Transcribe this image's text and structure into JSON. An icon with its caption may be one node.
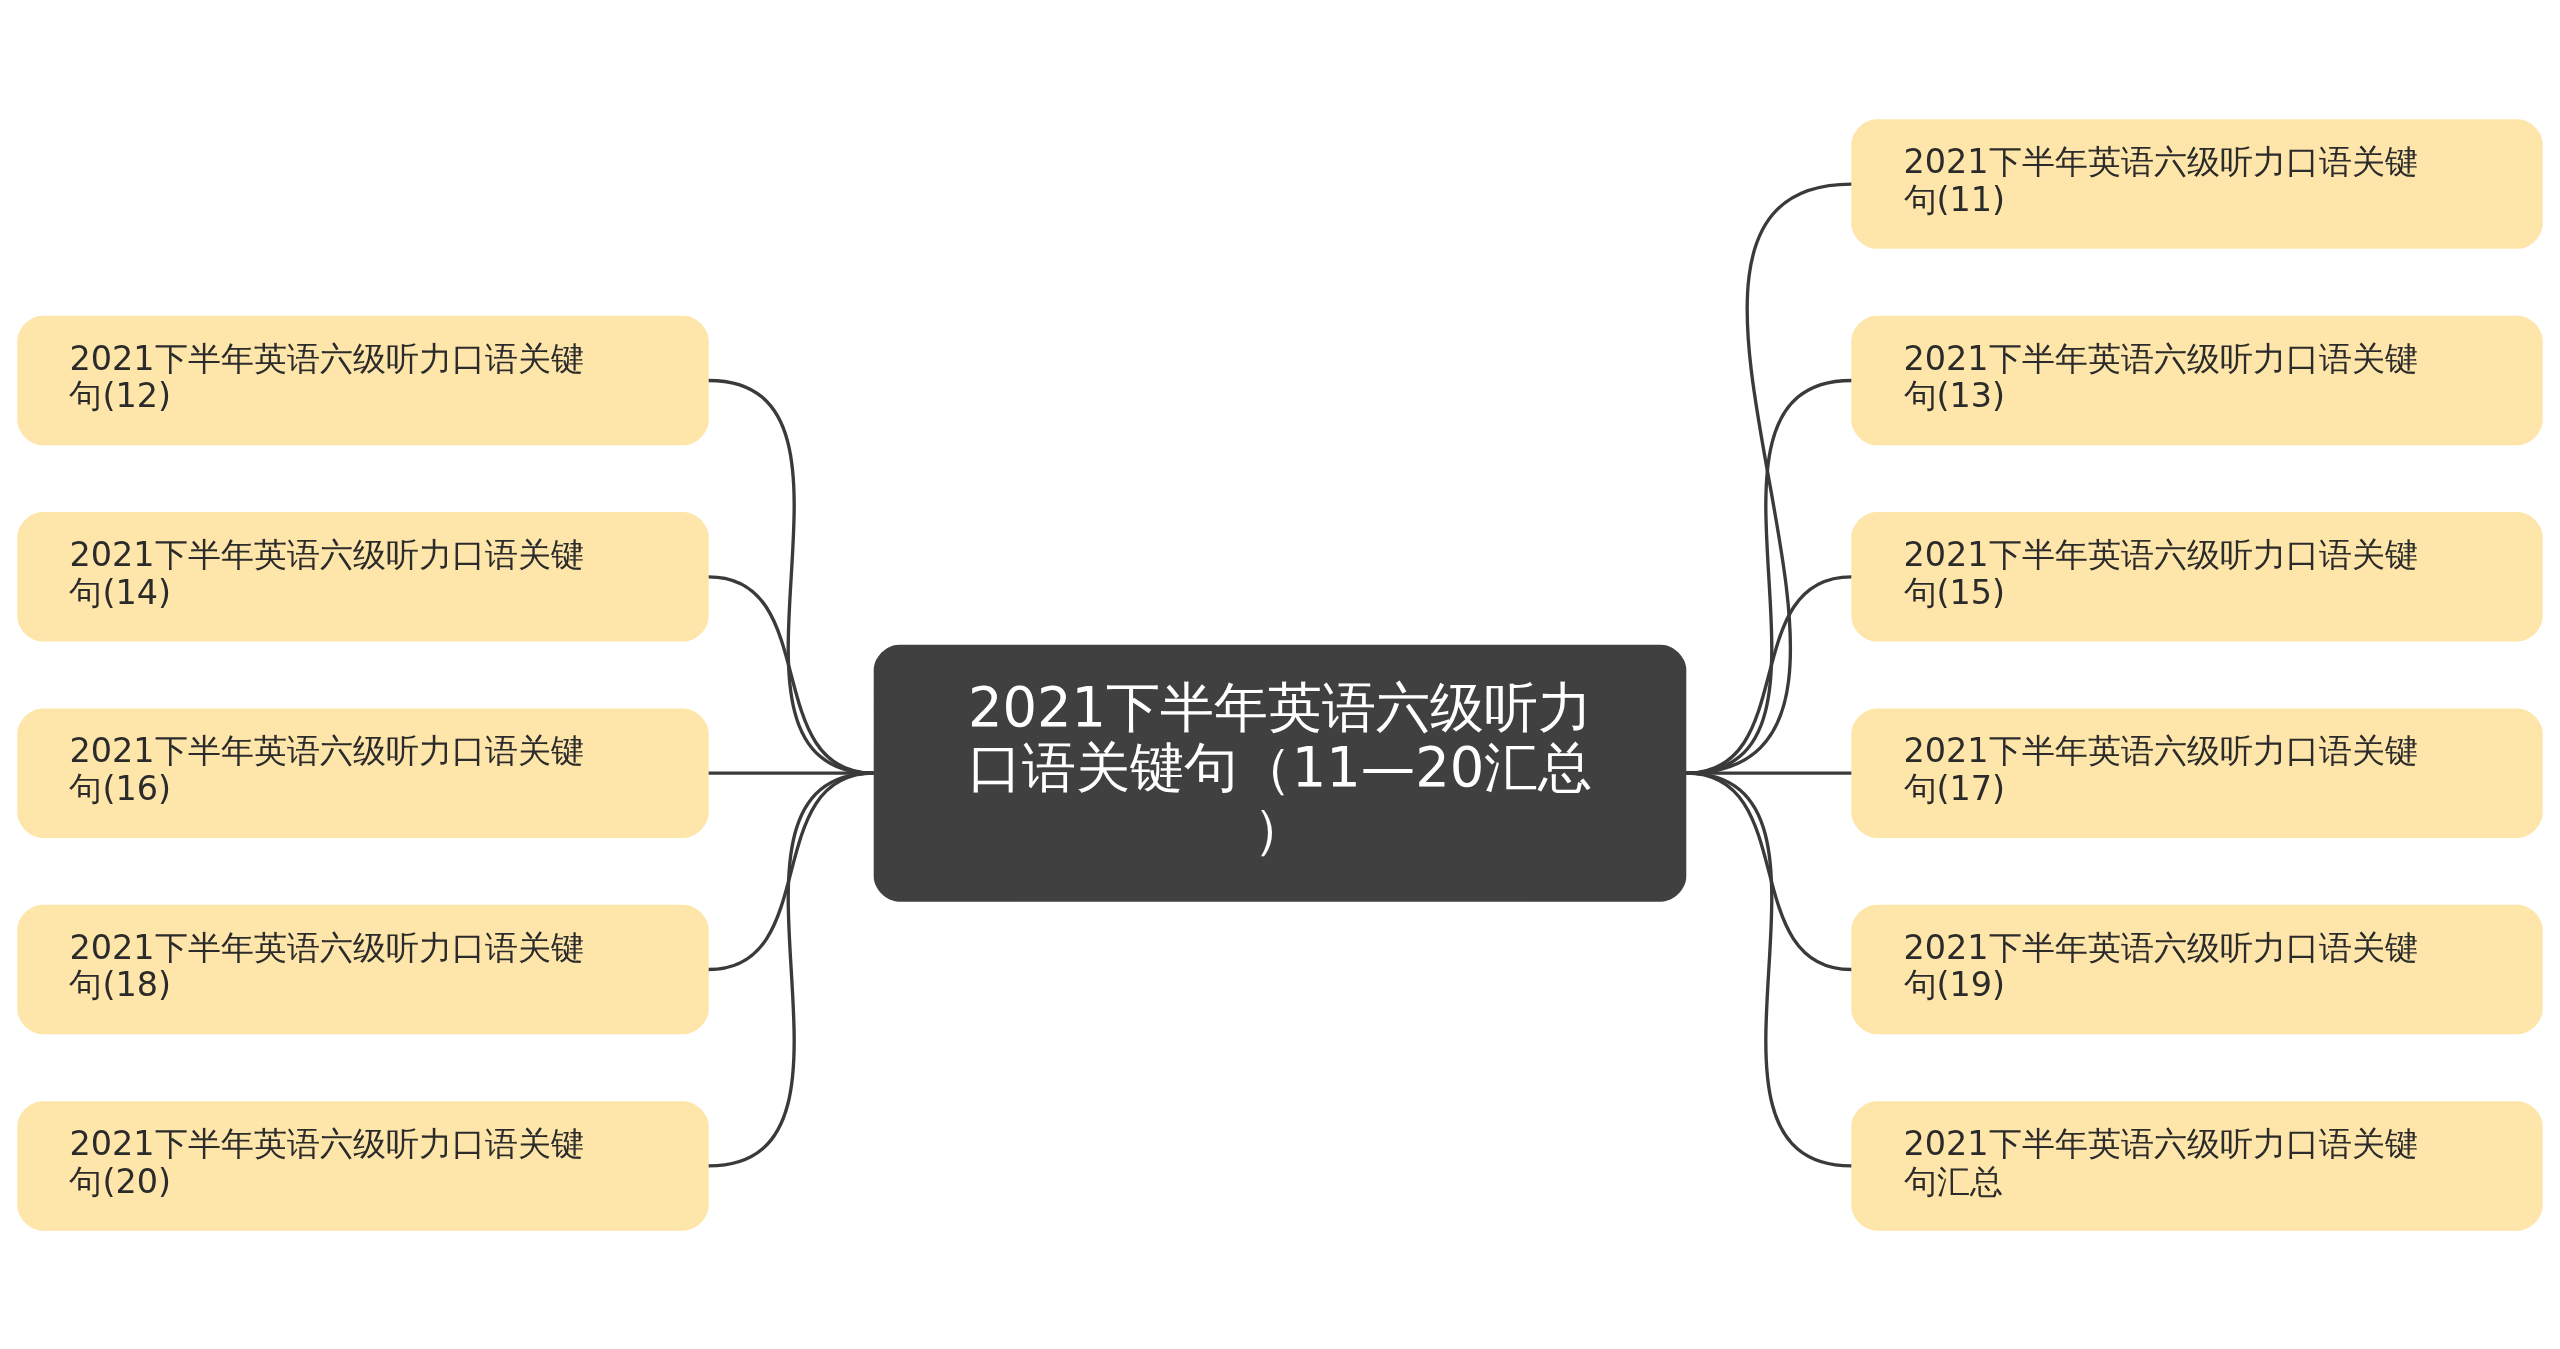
{
  "diagram": {
    "nodes": [
      {
        "text": [
          "2021下半年英语六级听力口语关键句（11—20汇总）"
        ]
      },
      {
        "text": [
          "2021下半年英语六级听力口语关键句(11)"
        ]
      },
      {
        "text": [
          "2021下半年英语六级听力口语关键句(12)"
        ]
      },
      {
        "text": [
          "2021下半年英语六级听力口语关键句(13)"
        ]
      },
      {
        "text": [
          "2021下半年英语六级听力口语关键句(14)"
        ]
      },
      {
        "text": [
          "2021下半年英语六级听力口语关键句(15)"
        ]
      },
      {
        "text": [
          "2021下半年英语六级听力口语关键句(16)"
        ]
      },
      {
        "text": [
          "2021下半年英语六级听力口语关键句(17)"
        ]
      },
      {
        "text": [
          "2021下半年英语六级听力口语关键句(18)"
        ]
      },
      {
        "text": [
          "2021下半年英语六级听力口语关键句(19)"
        ]
      },
      {
        "text": [
          "2021下半年英语六级听力口语关键句(20)"
        ]
      },
      {
        "text": [
          "2021下半年英语六级听力口语关键句汇总"
        ]
      }
    ],
    "edges": [
      {
        "from": 0,
        "to": 1,
        "arrow": "none"
      },
      {
        "from": 0,
        "to": 2,
        "arrow": "none"
      },
      {
        "from": 0,
        "to": 3,
        "arrow": "none"
      },
      {
        "from": 0,
        "to": 4,
        "arrow": "none"
      },
      {
        "from": 0,
        "to": 5,
        "arrow": "none"
      },
      {
        "from": 0,
        "to": 6,
        "arrow": "none"
      },
      {
        "from": 0,
        "to": 7,
        "arrow": "none"
      },
      {
        "from": 0,
        "to": 8,
        "arrow": "none"
      },
      {
        "from": 0,
        "to": 9,
        "arrow": "none"
      },
      {
        "from": 0,
        "to": 10,
        "arrow": "none"
      },
      {
        "from": 0,
        "to": 11,
        "arrow": "none"
      }
    ]
  }
}
